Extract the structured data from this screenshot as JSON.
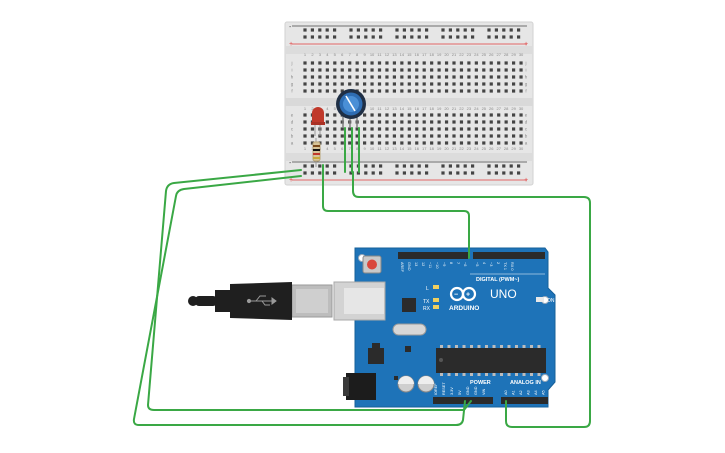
{
  "breadboard": {
    "row_letters_top": [
      "j",
      "i",
      "h",
      "g",
      "f"
    ],
    "row_letters_bottom": [
      "e",
      "d",
      "c",
      "b",
      "a"
    ],
    "column_numbers": [
      "1",
      "2",
      "3",
      "4",
      "5",
      "6",
      "7",
      "8",
      "9",
      "10",
      "11",
      "12",
      "13",
      "14",
      "15",
      "16",
      "17",
      "18",
      "19",
      "20",
      "21",
      "22",
      "23",
      "24",
      "25",
      "26",
      "27",
      "28",
      "29",
      "30"
    ],
    "rail_plus": "+",
    "rail_minus": "-"
  },
  "arduino": {
    "brand": "ARDUINO",
    "model": "UNO",
    "digital_label": "DIGITAL (PWM~)",
    "power_label": "POWER",
    "analog_label": "ANALOG IN",
    "on_label": "ON",
    "led_l": "L",
    "led_tx": "TX",
    "led_rx": "RX",
    "digital_pins": [
      "AREF",
      "GND",
      "13",
      "12",
      "~11",
      "~10",
      "~9",
      "8",
      "7",
      "~6",
      "~5",
      "4",
      "~3",
      "2",
      "TX 1",
      "RX 0"
    ],
    "power_pins": [
      "IOREF",
      "RESET",
      "3.3V",
      "5V",
      "GND",
      "GND",
      "VIN"
    ],
    "analog_pins": [
      "A0",
      "A1",
      "A2",
      "A3",
      "A4",
      "A5"
    ]
  },
  "colors": {
    "wire": "#3aa845",
    "board": "#1e73b8",
    "breadboard": "#e6e6e6",
    "led": "#c0392b",
    "potentiometer": "#2e6db3",
    "rail_red": "#e03a3a",
    "rail_dark": "#444444"
  },
  "components": {
    "led_icon": "led-icon",
    "resistor_icon": "resistor-icon",
    "potentiometer_icon": "potentiometer-icon",
    "usb_icon": "usb-icon"
  }
}
